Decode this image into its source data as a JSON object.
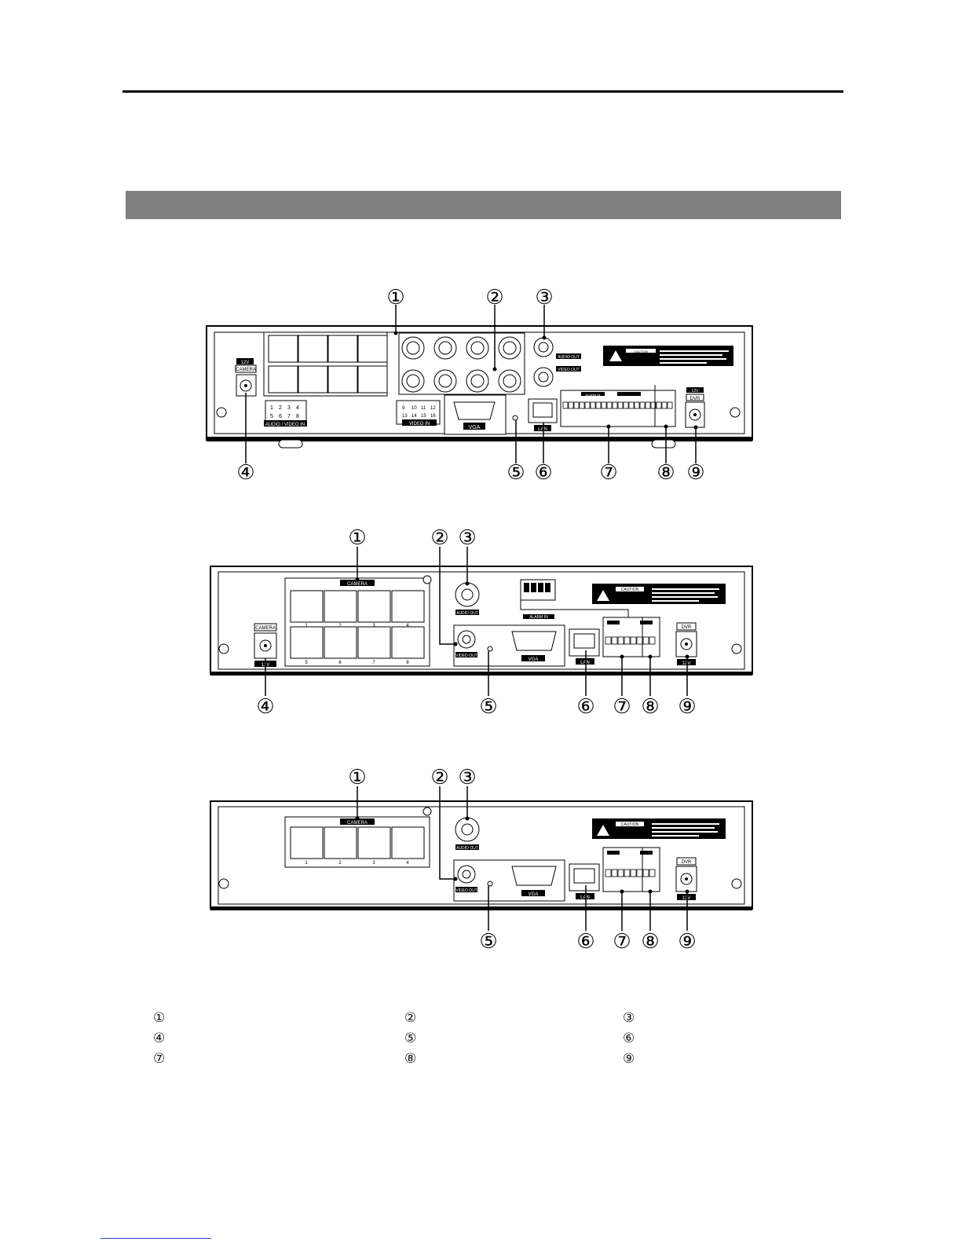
{
  "legend": {
    "items": [
      "①",
      "②",
      "③",
      "④",
      "⑤",
      "⑥",
      "⑦",
      "⑧",
      "⑨"
    ]
  },
  "panel_a": {
    "callouts": [
      "①",
      "②",
      "③",
      "④",
      "⑤",
      "⑥",
      "⑦",
      "⑧",
      "⑨"
    ],
    "labels": {
      "power": "12V",
      "camera": "CAMERA",
      "audio_video_in": "AUDIO / VIDEO IN",
      "video_in": "VIDEO IN",
      "vga": "VGA",
      "lan": "LAN",
      "audio_out": "AUDIO OUT",
      "video_out": "VIDEO OUT",
      "alarm_in": "ALARM IN",
      "dvr": "DVR",
      "caution": "CAUTION"
    },
    "small_ports": [
      "1",
      "2",
      "3",
      "4",
      "5",
      "6",
      "7",
      "8"
    ],
    "video_in_ports": [
      "9",
      "10",
      "11",
      "12",
      "13",
      "14",
      "15",
      "16"
    ]
  },
  "panel_b": {
    "callouts": [
      "①",
      "②",
      "③",
      "④",
      "⑤",
      "⑥",
      "⑦",
      "⑧",
      "⑨"
    ],
    "labels": {
      "camera_block": "CAMERA",
      "camera": "CAMERA",
      "power": "12V",
      "audio_out": "AUDIO OUT",
      "video_out": "VIDEO OUT",
      "vga": "VGA",
      "lan": "LAN",
      "alarm_in": "ALARM IN",
      "dvr": "DVR",
      "caution": "CAUTION"
    },
    "port_numbers": [
      "1",
      "2",
      "3",
      "4",
      "5",
      "6",
      "7",
      "8"
    ]
  },
  "panel_c": {
    "callouts": [
      "①",
      "②",
      "③",
      "⑤",
      "⑥",
      "⑦",
      "⑧",
      "⑨"
    ],
    "labels": {
      "camera_block": "CAMERA",
      "audio_out": "AUDIO OUT",
      "video_out": "VIDEO OUT",
      "vga": "VGA",
      "lan": "LAN",
      "dvr": "DVR",
      "power": "12V",
      "caution": "CAUTION"
    },
    "port_numbers": [
      "1",
      "2",
      "3",
      "4"
    ]
  },
  "colors": {
    "section_bar": "#7f7f7f",
    "rule": "#000000",
    "link_underline": "#2a3bd6"
  }
}
